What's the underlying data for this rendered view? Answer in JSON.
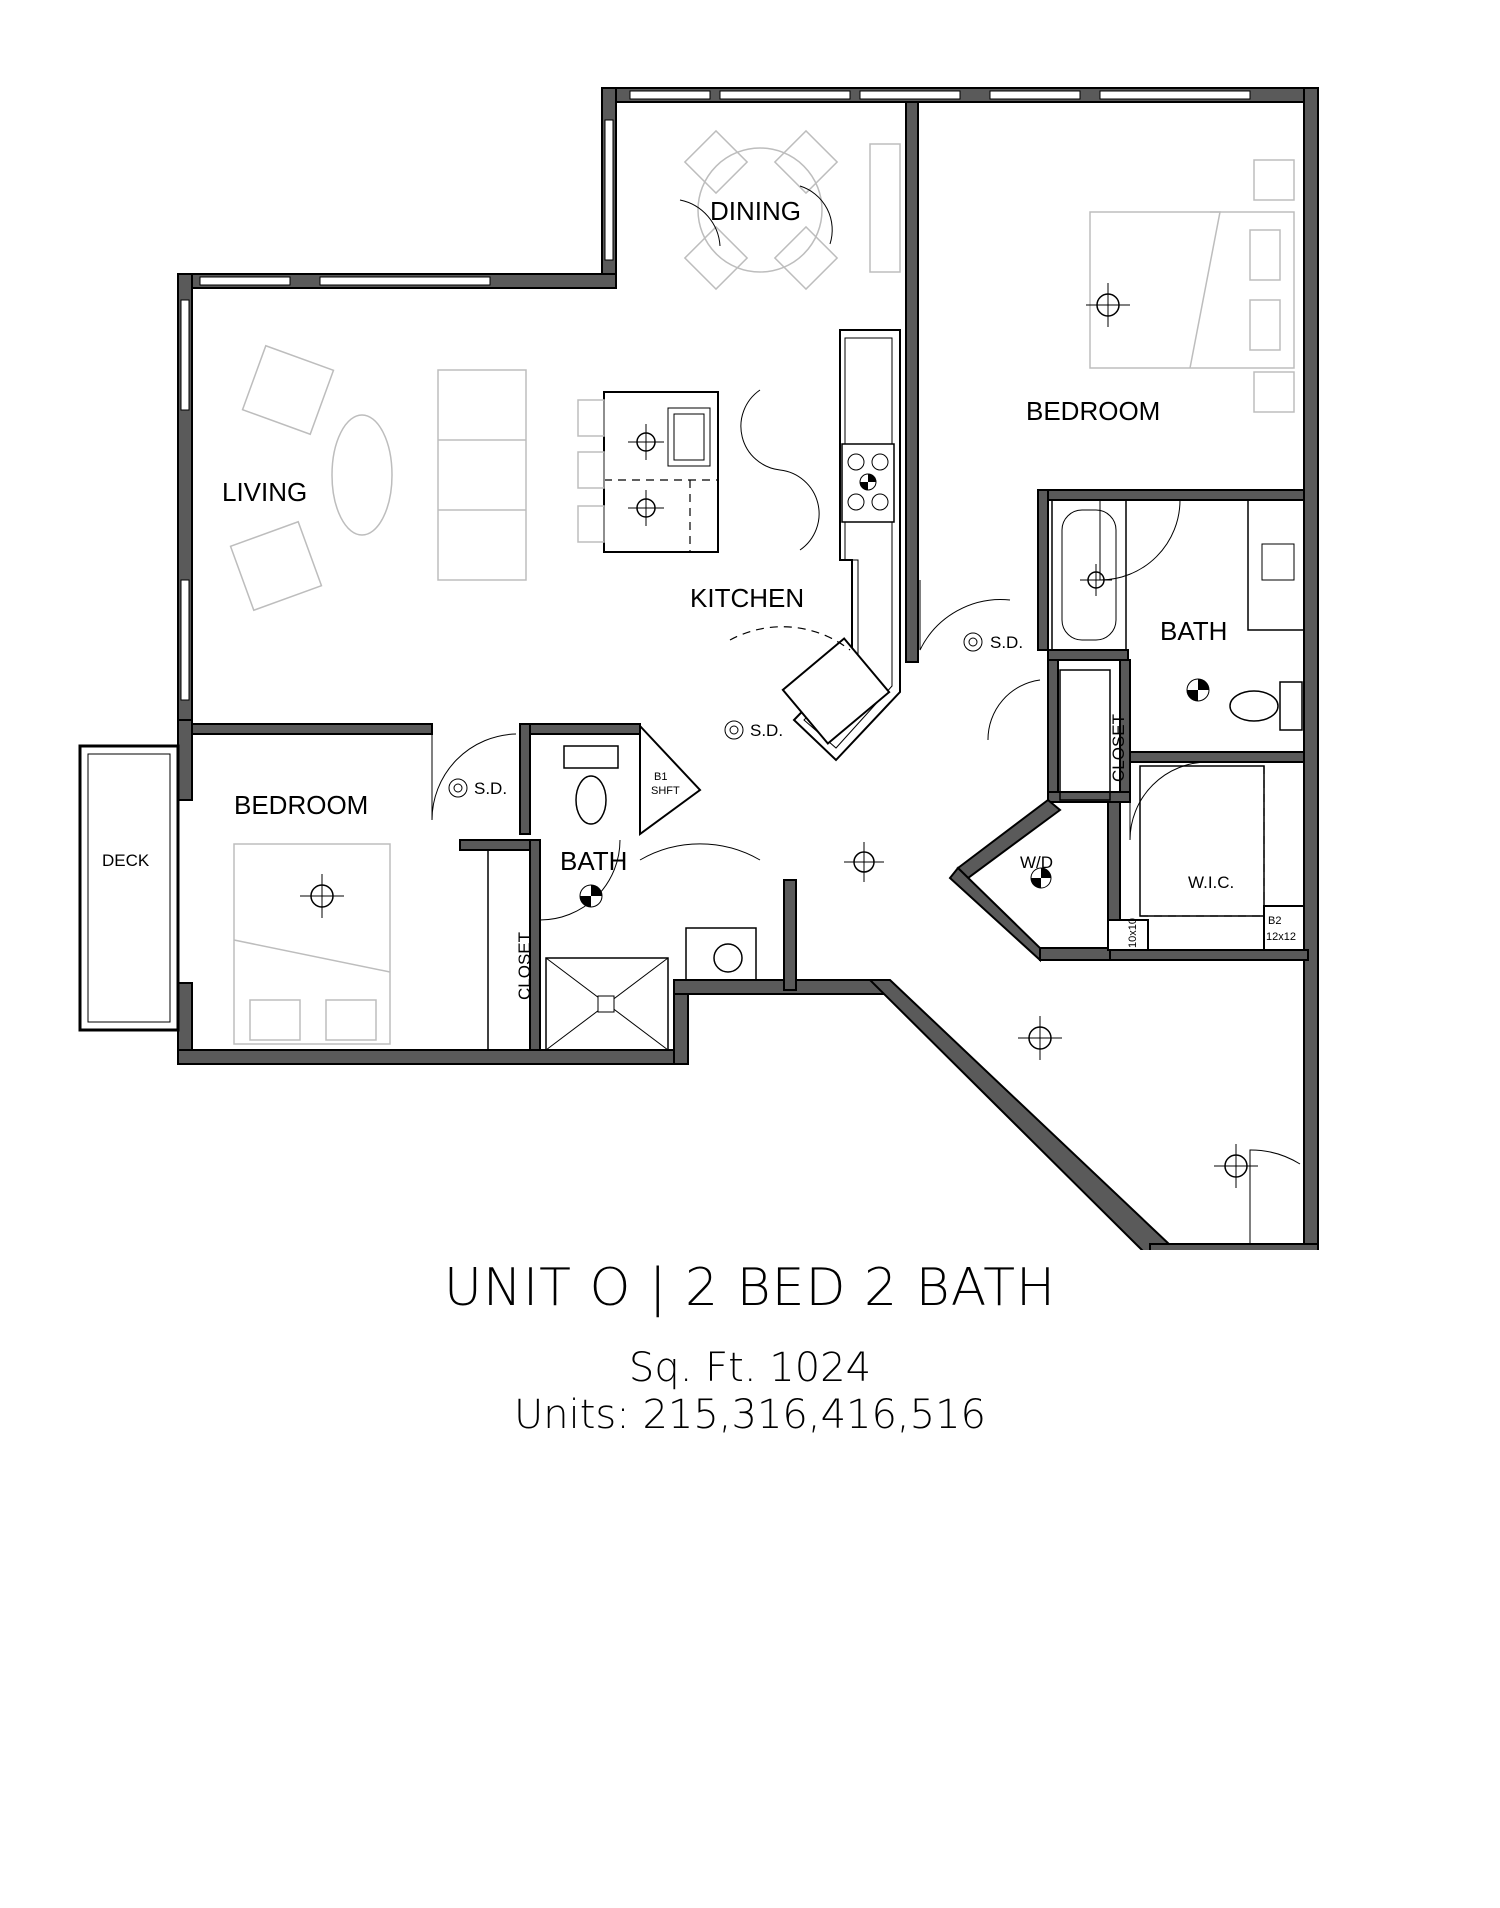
{
  "caption": {
    "title": "UNIT O | 2 BED 2 BATH",
    "sqft": "Sq. Ft. 1024",
    "units": "Units: 215,316,416,516"
  },
  "rooms": {
    "dining": "DINING",
    "living": "LIVING",
    "kitchen": "KITCHEN",
    "bedroom_main": "BEDROOM",
    "bedroom_second": "BEDROOM",
    "bath_main": "BATH",
    "bath_second": "BATH",
    "closet_main": "CLOSET",
    "closet_second": "CLOSET",
    "wic": "W.I.C.",
    "wd": "W/D",
    "deck": "DECK"
  },
  "annotations": {
    "sd": "S.D.",
    "b1": "B1",
    "shft": "SHFT",
    "b2": "B2",
    "b2_size": "12x12",
    "b1_size": "10x10"
  },
  "colors": {
    "wall_fill": "#5a5a5a",
    "furniture": "#bdbdbd",
    "line": "#000000"
  }
}
